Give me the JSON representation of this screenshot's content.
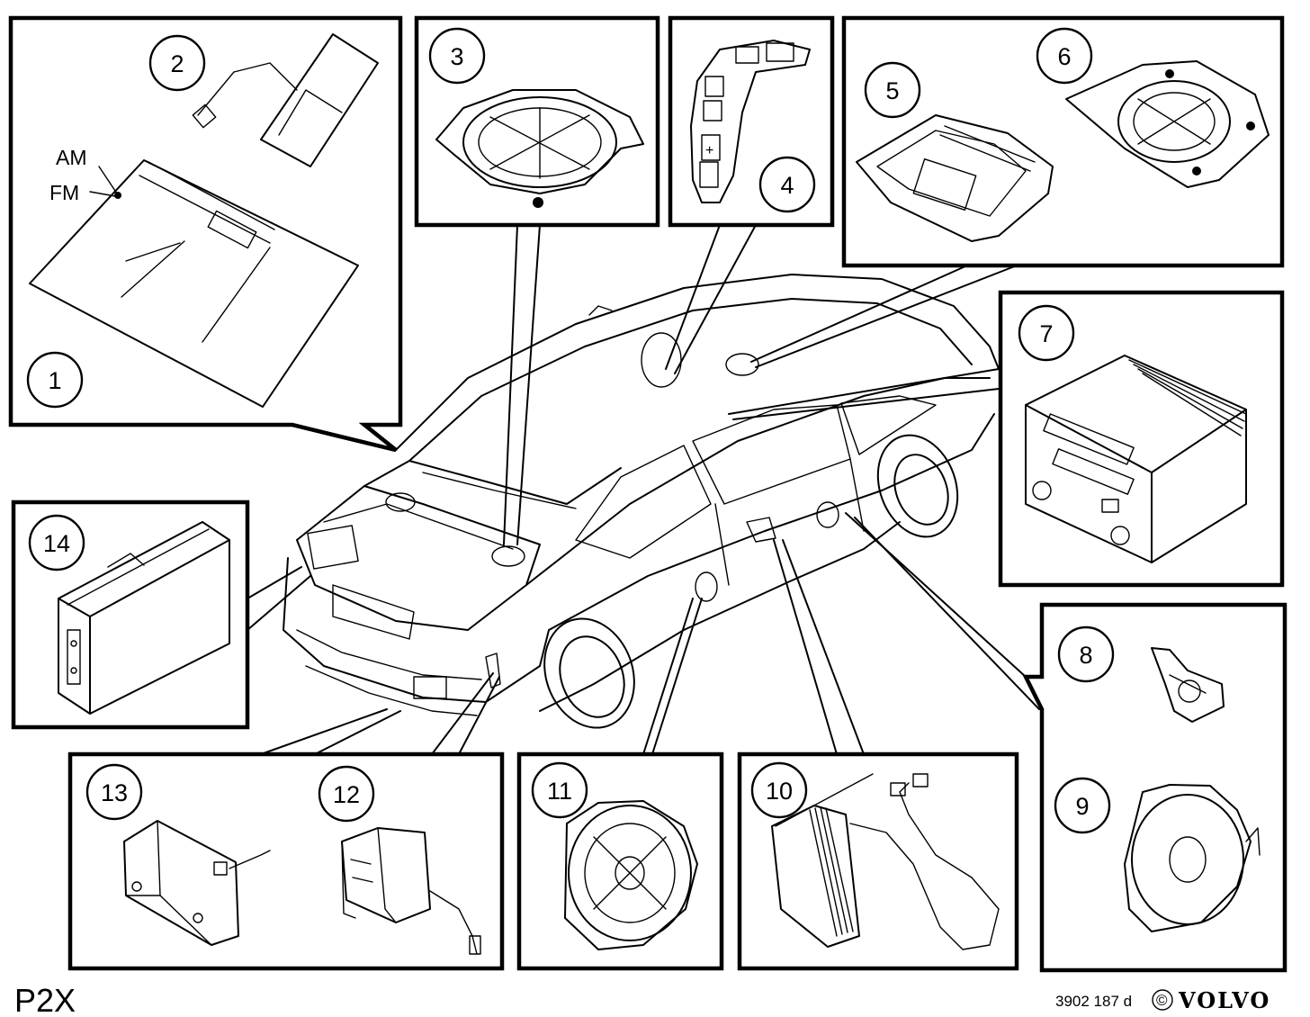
{
  "page_code": "P2X",
  "figure_code": "3902 187 d",
  "copyright_symbol": "©",
  "brand": "VOLVO",
  "antenna_labels": {
    "am": "AM",
    "fm": "FM"
  },
  "callouts": {
    "n1": "1",
    "n2": "2",
    "n3": "3",
    "n4": "4",
    "n5": "5",
    "n6": "6",
    "n7": "7",
    "n8": "8",
    "n9": "9",
    "n10": "10",
    "n11": "11",
    "n12": "12",
    "n13": "13",
    "n14": "14"
  }
}
